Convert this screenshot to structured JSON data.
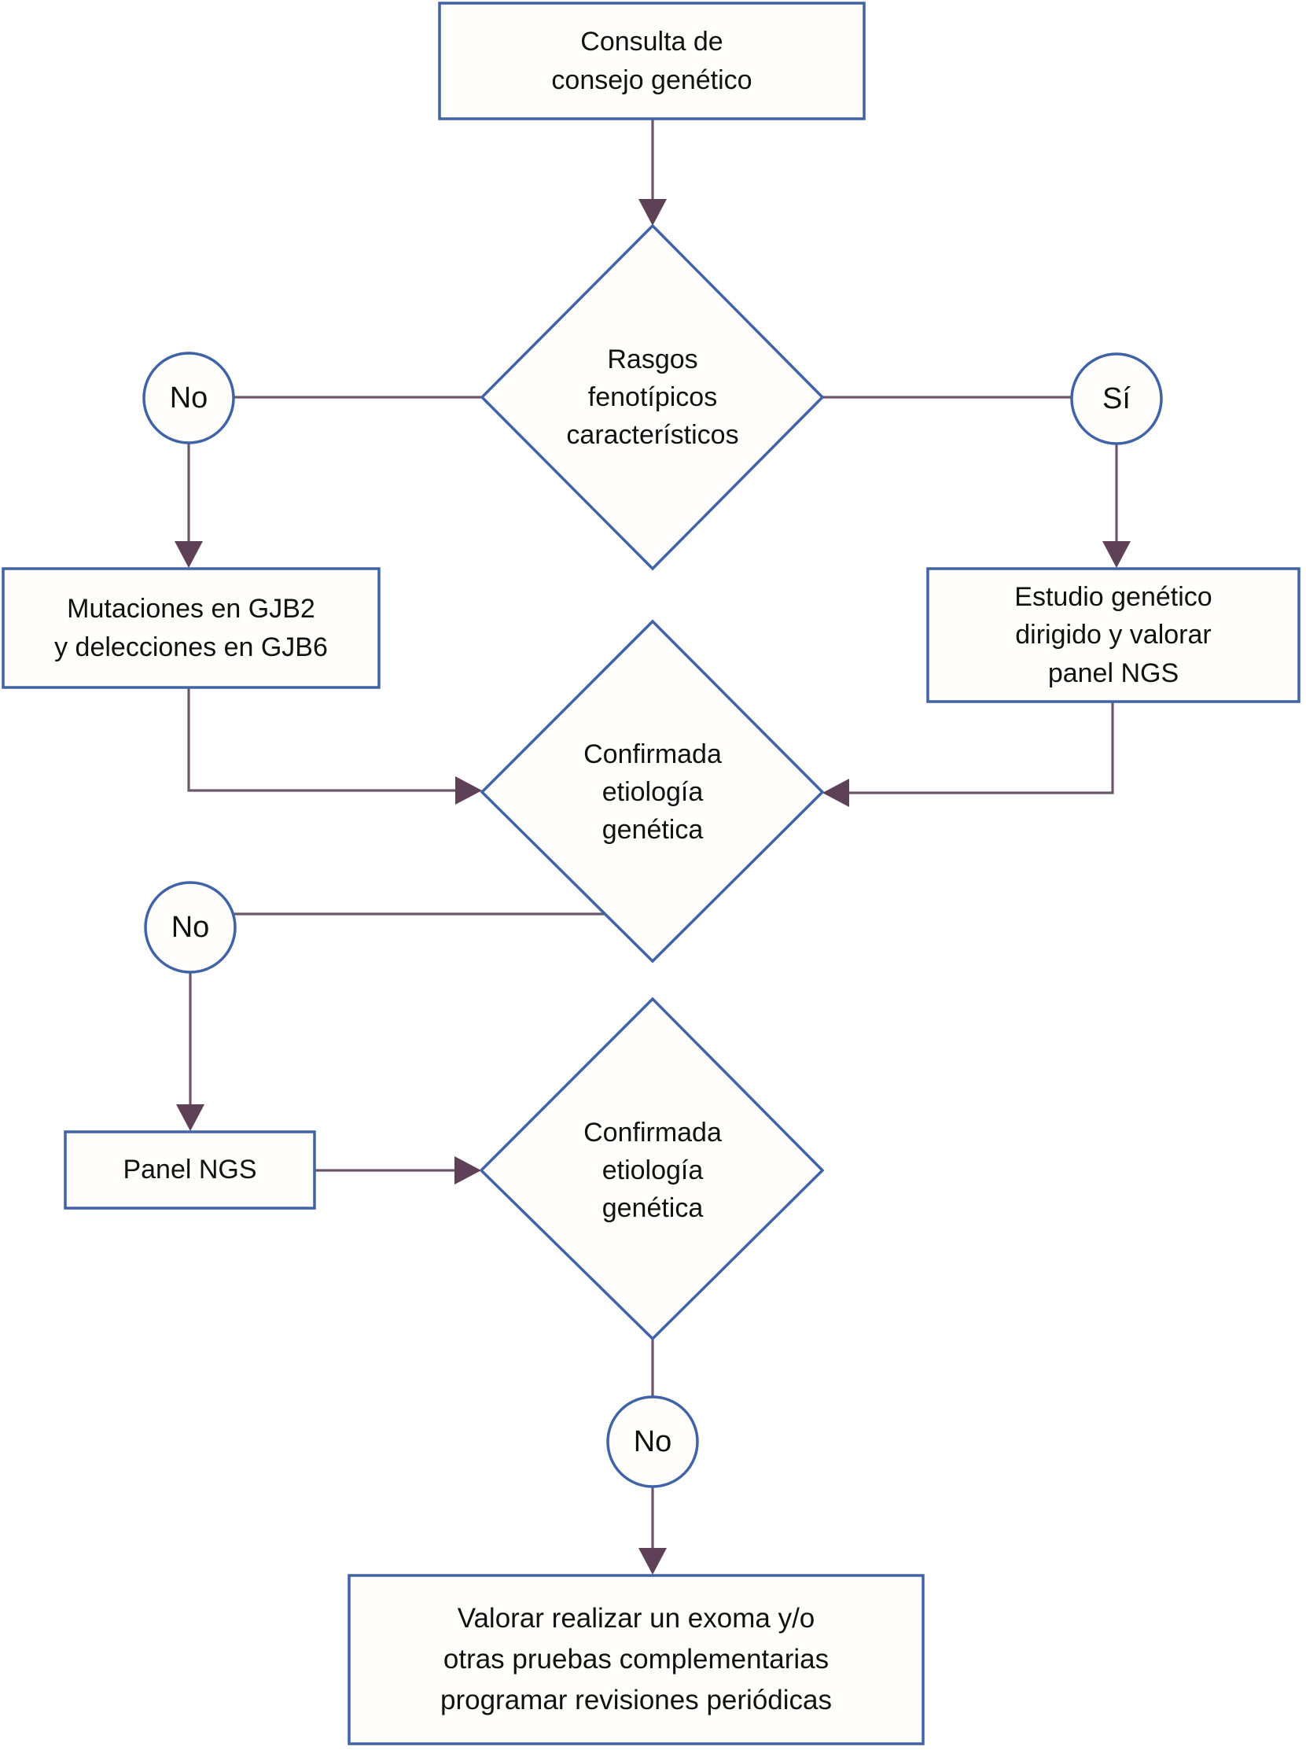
{
  "nodes": {
    "start_box": {
      "label": "Consulta de\nconsejo genético"
    },
    "decision_rasgos": {
      "label": "Rasgos\nfenotípicos\ncaracterísticos"
    },
    "no1": {
      "label": "No"
    },
    "si1": {
      "label": "Sí"
    },
    "box_gjb": {
      "label": "Mutaciones en GJB2\ny delecciones en GJB6"
    },
    "box_estudio": {
      "label": "Estudio genético\ndirigido y valorar\npanel NGS"
    },
    "decision_conf1": {
      "label": "Confirmada\netiología\ngenética"
    },
    "no2": {
      "label": "No"
    },
    "box_panel": {
      "label": "Panel NGS"
    },
    "decision_conf2": {
      "label": "Confirmada\netiología\ngenética"
    },
    "no3": {
      "label": "No"
    },
    "box_final": {
      "label": "Valorar realizar un exoma y/o\notras pruebas complementarias\nprogramar revisiones periódicas"
    }
  },
  "colors": {
    "node_border": "#3f63a6",
    "node_fill": "#fffefc",
    "connector": "#6e566a",
    "arrowhead": "#5e4157",
    "text": "#111111",
    "background": "#ffffff"
  }
}
